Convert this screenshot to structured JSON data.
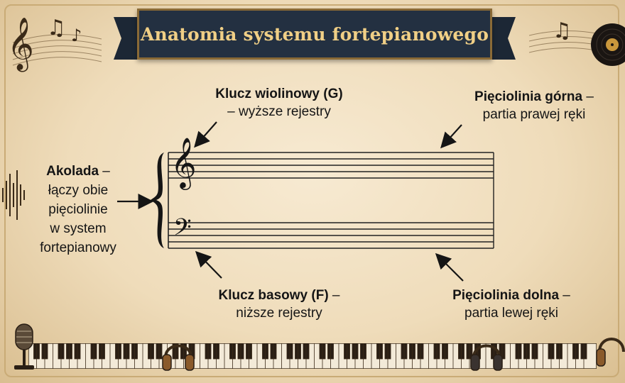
{
  "title": "Anatomia systemu fortepianowego",
  "labels": {
    "treble_clef": {
      "bold": "Klucz wiolinowy (G)",
      "rest": "– wyższe rejestry"
    },
    "upper_staff": {
      "bold": "Pięciolinia górna",
      "dash": " –",
      "rest": "partia prawej ręki"
    },
    "brace": {
      "bold": "Akolada",
      "dash": " –",
      "lines": [
        "łączy obie",
        "pięciolinie",
        "w system",
        "fortepianowy"
      ]
    },
    "bass_clef": {
      "bold": "Klucz basowy (F)",
      "dash": " –",
      "rest": "niższe rejestry"
    },
    "lower_staff": {
      "bold": "Pięciolinia dolna",
      "dash": " –",
      "rest": "partia lewej ręki"
    }
  },
  "glyphs": {
    "treble": "𝄞",
    "bass": "𝄢",
    "note": "♫",
    "note2": "♪"
  },
  "icons": [
    "treble-clef-icon",
    "music-notes-icon",
    "vinyl-record-icon",
    "microphone-icon",
    "headphones-icon",
    "piano-keyboard-icon"
  ],
  "colors": {
    "banner": "#233041",
    "banner_text": "#f0cf86",
    "ink": "#151515",
    "parchment": "#efdcba"
  }
}
